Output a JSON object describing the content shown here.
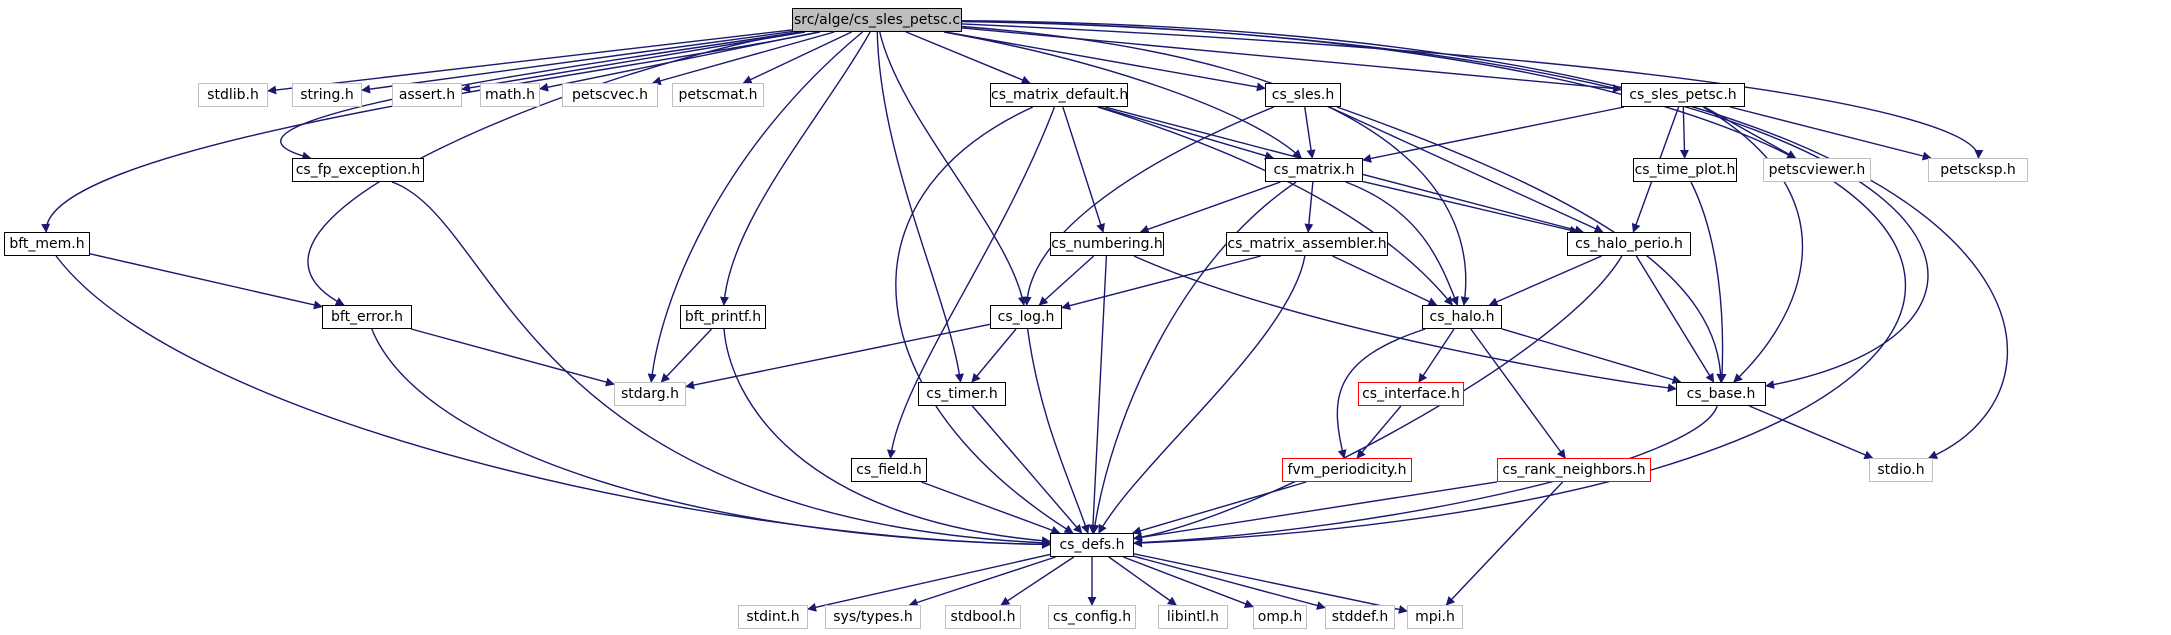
{
  "nodes": {
    "root": "src/alge/cs_sles_petsc.c",
    "stdlib": "stdlib.h",
    "string": "string.h",
    "assert": "assert.h",
    "math": "math.h",
    "petscvec": "petscvec.h",
    "petscmat": "petscmat.h",
    "cs_matrix_default": "cs_matrix_default.h",
    "cs_sles": "cs_sles.h",
    "cs_sles_petsc": "cs_sles_petsc.h",
    "cs_fp_exception": "cs_fp_exception.h",
    "cs_matrix": "cs_matrix.h",
    "cs_time_plot": "cs_time_plot.h",
    "petscviewer": "petscviewer.h",
    "petscksp": "petscksp.h",
    "bft_mem": "bft_mem.h",
    "cs_numbering": "cs_numbering.h",
    "cs_matrix_assembler": "cs_matrix_assembler.h",
    "cs_halo_perio": "cs_halo_perio.h",
    "bft_error": "bft_error.h",
    "bft_printf": "bft_printf.h",
    "cs_log": "cs_log.h",
    "cs_halo": "cs_halo.h",
    "stdarg": "stdarg.h",
    "cs_interface": "cs_interface.h",
    "cs_timer": "cs_timer.h",
    "cs_base": "cs_base.h",
    "cs_field": "cs_field.h",
    "fvm_periodicity": "fvm_periodicity.h",
    "cs_rank_neighbors": "cs_rank_neighbors.h",
    "stdio": "stdio.h",
    "cs_defs": "cs_defs.h",
    "stdint": "stdint.h",
    "sys_types": "sys/types.h",
    "stdbool": "stdbool.h",
    "cs_config": "cs_config.h",
    "libintl": "libintl.h",
    "omp": "omp.h",
    "stddef": "stddef.h",
    "mpi": "mpi.h"
  },
  "colors": {
    "edge": "#191970",
    "documented_border": "#000000",
    "undocumented_border": "#bfbfbf",
    "incomplete_border": "#ff0000",
    "root_fill": "#bfbfbf"
  }
}
